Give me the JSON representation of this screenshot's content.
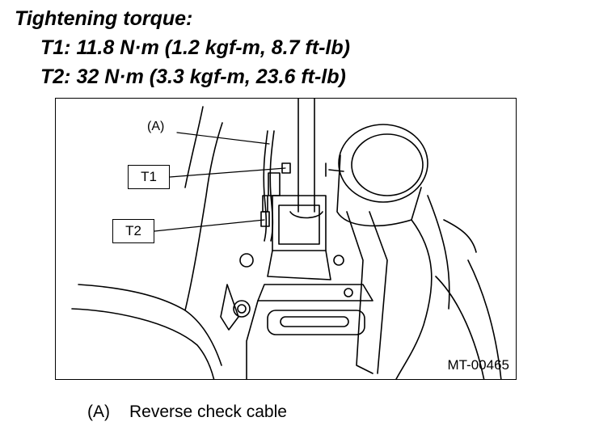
{
  "heading": {
    "title": "Tightening torque:",
    "t1": "T1: 11.8 N·m (1.2 kgf-m, 8.7 ft-lb)",
    "t2": "T2: 32 N·m (3.3 kgf-m, 23.6 ft-lb)"
  },
  "figure": {
    "callouts": {
      "a": "(A)",
      "t1": "T1",
      "t2": "T2"
    },
    "code": "MT-00465"
  },
  "legend": {
    "key": "(A)",
    "text": "Reverse check cable"
  }
}
